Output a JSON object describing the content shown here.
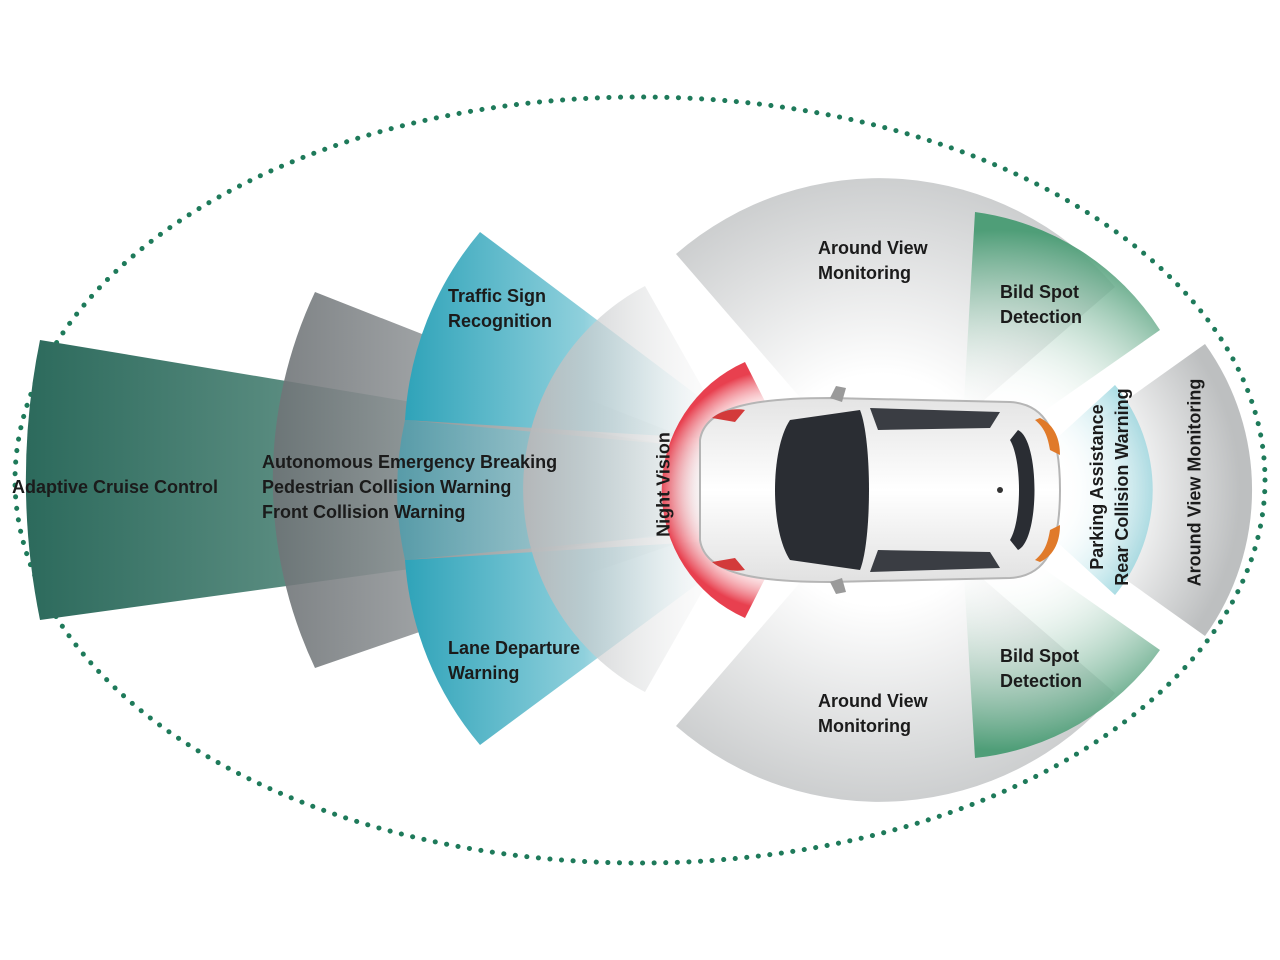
{
  "labels": {
    "adaptive_cruise_control": "Adaptive Cruise Control",
    "front_system_lines": [
      "Autonomous Emergency Breaking",
      "Pedestrian Collision Warning",
      "Front Collision Warning"
    ],
    "traffic_sign_lines": [
      "Traffic Sign",
      "Recognition"
    ],
    "lane_departure_lines": [
      "Lane Departure",
      "Warning"
    ],
    "night_vision": "Night Vision",
    "around_view_top_lines": [
      "Around View",
      "Monitoring"
    ],
    "around_view_bottom_lines": [
      "Around View",
      "Monitoring"
    ],
    "blind_spot_top_lines": [
      "Bild Spot",
      "Detection"
    ],
    "blind_spot_bottom_lines": [
      "Bild Spot",
      "Detection"
    ],
    "parking_lines": [
      "Parking Assistance",
      "Rear Collision Warning"
    ],
    "around_view_rear": "Around View Monitoring"
  },
  "colors": {
    "outline_dots": "#1e7a5a",
    "acc_green": "#2f6e5f",
    "grey": "#7f8487",
    "cyan": "#3aa9bd",
    "light_grey": "#cfd1d2",
    "night_red": "#e8404f",
    "blind_green": "#5aa881",
    "parking_cyan": "#7fcbd6",
    "car_body": "#f2f2f2",
    "car_glass": "#2a2d33",
    "tail_orange": "#e07a2a"
  },
  "icons": {
    "vehicle": "car-top-view"
  }
}
